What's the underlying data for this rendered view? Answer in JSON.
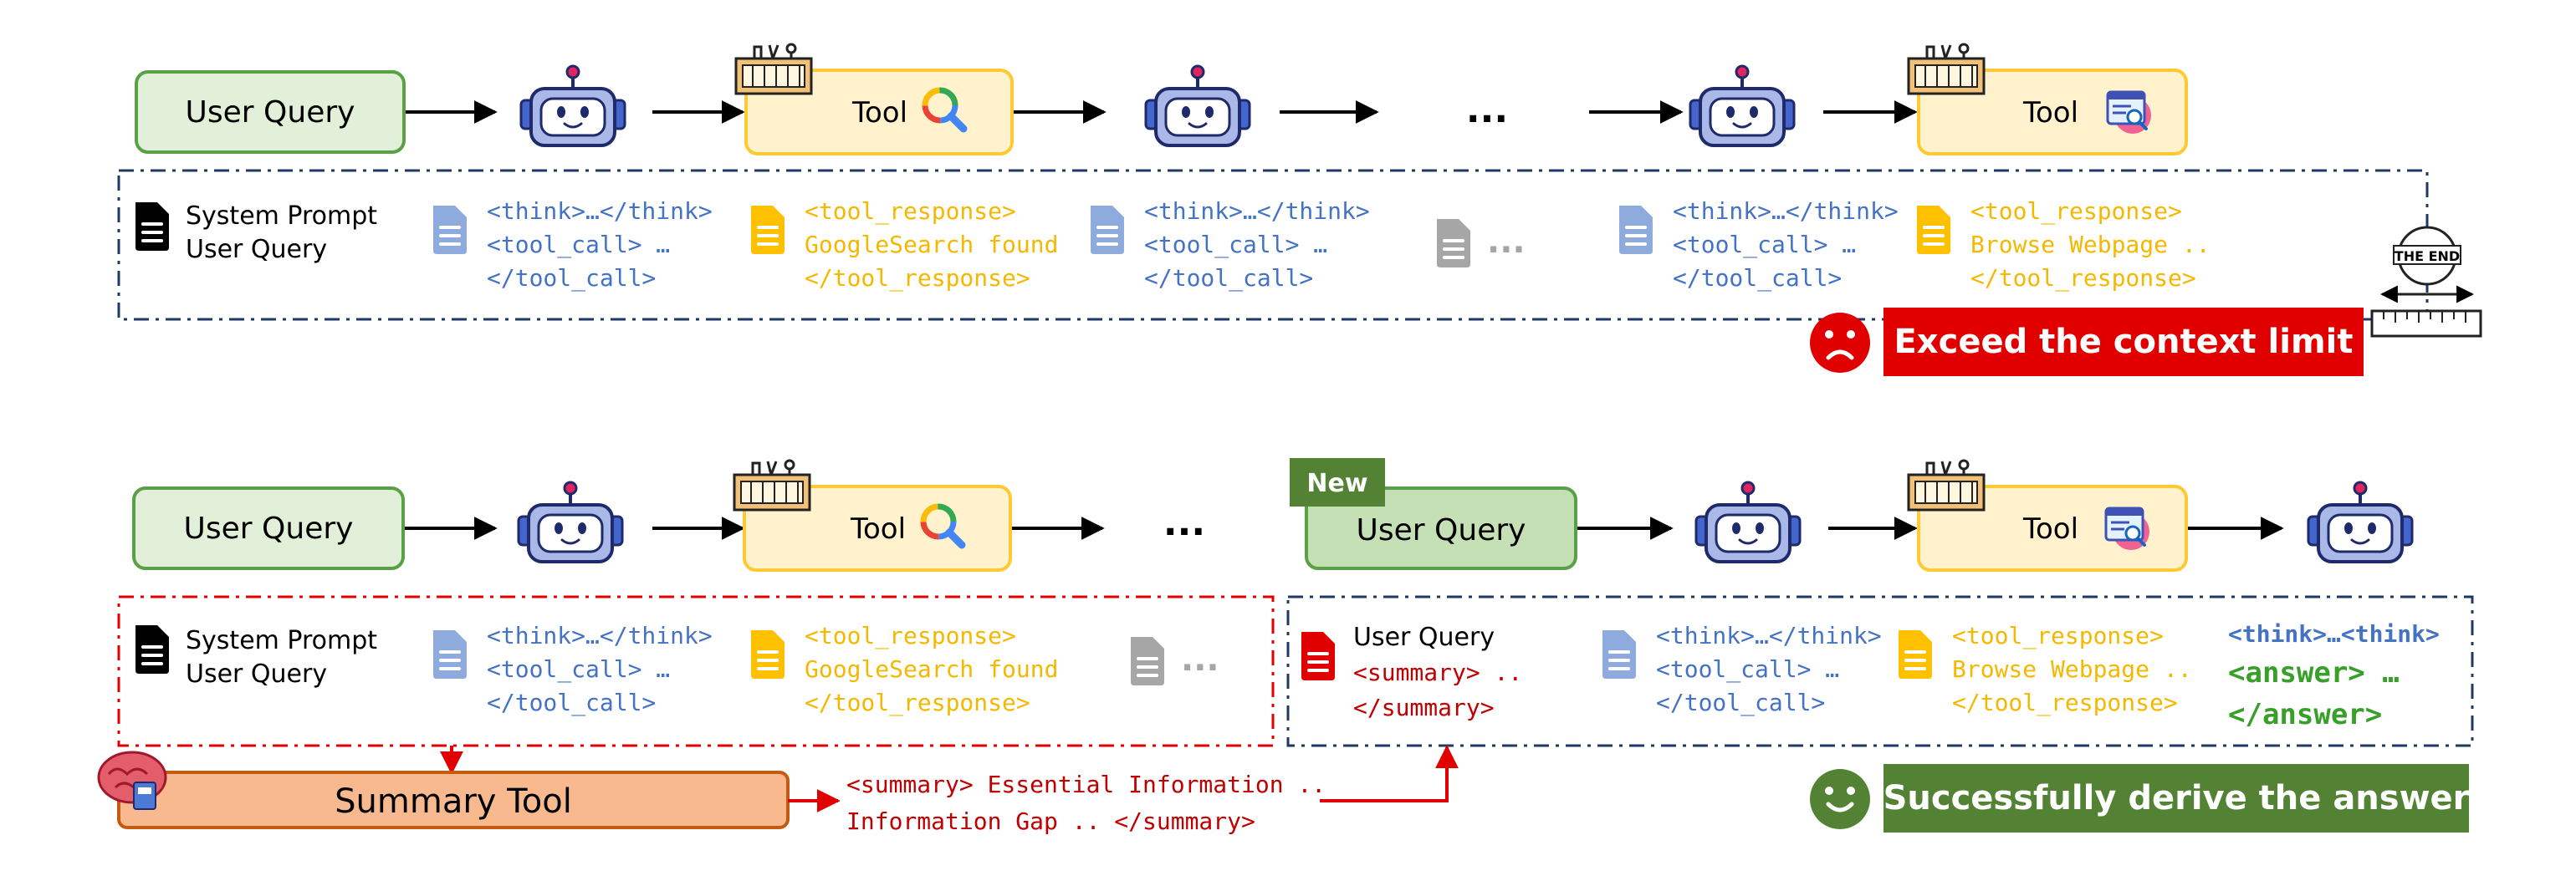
{
  "colors": {
    "user_query_fill": "#e2f0d9",
    "user_query_stroke": "#5aa046",
    "new_query_fill": "#c5e0b4",
    "new_badge": "#548235",
    "tool_fill": "#fff2cc",
    "tool_stroke": "#ffc933",
    "robot_face": "#aab8e8",
    "robot_outline": "#1f2a6b",
    "robot_antenna": "#e0245e",
    "think_blue": "#4472c4",
    "doc_blue": "#8faadc",
    "tool_resp_yellow": "#f5b800",
    "doc_gray": "#a6a6a6",
    "error_red": "#e00000",
    "success_green": "#548235",
    "summary_fill": "#f8b98f",
    "summary_stroke": "#c55a11",
    "summary_red": "#c00000",
    "answer_green": "#38a02a"
  },
  "top": {
    "user_query": "User Query",
    "tool_labels": [
      "Tool",
      "Tool"
    ],
    "ellipsis": "...",
    "context": {
      "system_prompt": "System Prompt",
      "user_query": "User Query",
      "think_lines_1": [
        "<think>…</think>",
        "<tool_call> …",
        "</tool_call>"
      ],
      "resp_lines_1": [
        "<tool_response>",
        "GoogleSearch found",
        "</tool_response>"
      ],
      "think_lines_2": [
        "<think>…</think>",
        "<tool_call> …",
        "</tool_call>"
      ],
      "gray_dots": "...",
      "think_lines_3": [
        "<think>…</think>",
        "<tool_call> …",
        "</tool_call>"
      ],
      "resp_lines_2": [
        "<tool_response>",
        "Browse Webpage ..",
        "</tool_response>"
      ]
    },
    "the_end": "THE END",
    "error_banner": "Exceed the context limit"
  },
  "bottom": {
    "user_query": "User Query",
    "tool_labels": [
      "Tool",
      "Tool"
    ],
    "ellipsis": "...",
    "new_badge": "New",
    "new_user_query": "User Query",
    "left_context": {
      "system_prompt": "System Prompt",
      "user_query": "User Query",
      "think_lines": [
        "<think>…</think>",
        "<tool_call> …",
        "</tool_call>"
      ],
      "resp_lines": [
        "<tool_response>",
        "GoogleSearch found",
        "</tool_response>"
      ],
      "gray_dots": "..."
    },
    "summary_tool": "Summary Tool",
    "summary_output": [
      "<summary> Essential Information ..",
      "Information Gap .. </summary>"
    ],
    "right_context": {
      "user_query": "User Query",
      "summary_lines": [
        "<summary> ..",
        "</summary>"
      ],
      "think_lines": [
        "<think>…</think>",
        "<tool_call> …",
        "</tool_call>"
      ],
      "resp_lines": [
        "<tool_response>",
        "Browse Webpage ..",
        "</tool_response>"
      ],
      "answer_lines": [
        "<think>…<think>",
        "<answer> …",
        "</answer>"
      ]
    },
    "success_banner": "Successfully derive the answer"
  }
}
